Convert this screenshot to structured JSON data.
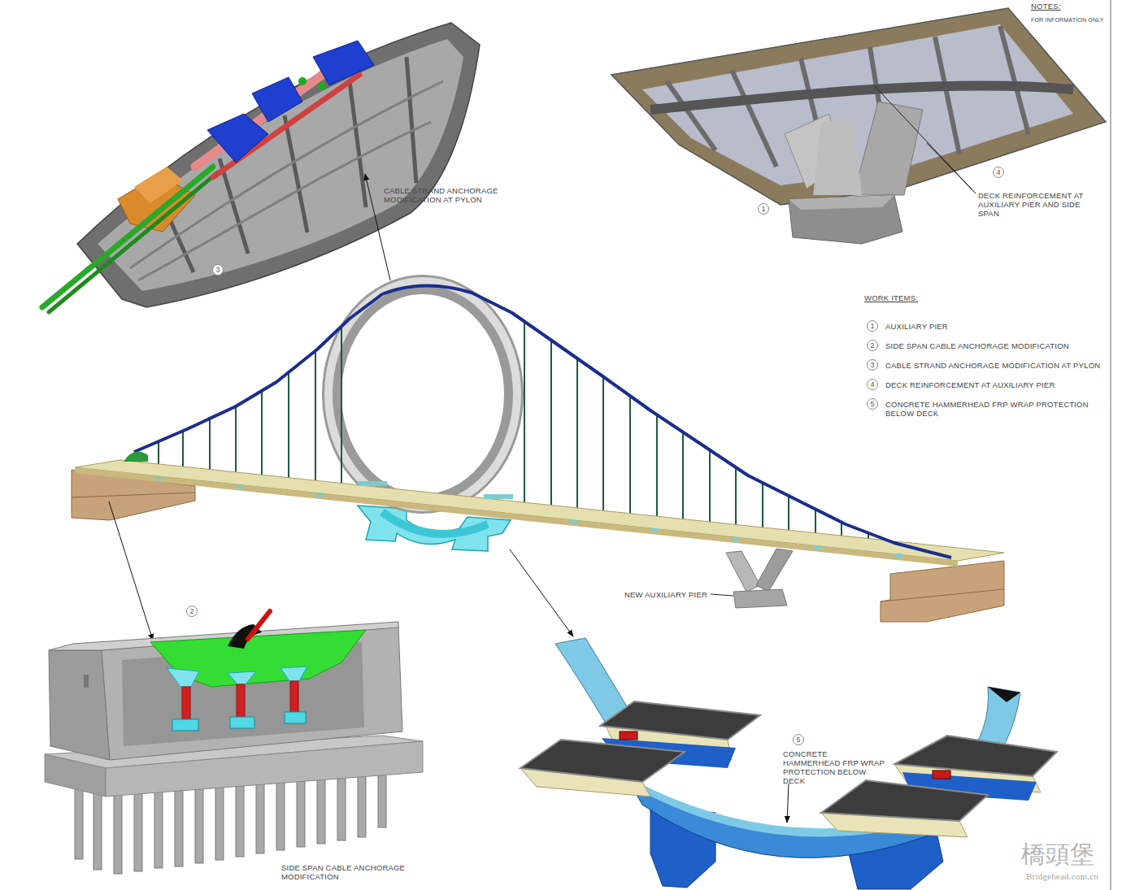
{
  "diagram": {
    "labels": [
      "NOTES:",
      "FOR INFORMATION ONLY",
      "CABLE STRAND ANCHORAGE MODIFICATION AT PYLON",
      "3",
      "1",
      "4",
      "DECK REINFORCEMENT AT AUXILIARY PIER AND SIDE SPAN",
      "WORK ITEMS:",
      "1",
      "AUXILIARY PIER",
      "2",
      "SIDE SPAN CABLE ANCHORAGE MODIFICATION",
      "3",
      "CABLE STRAND ANCHORAGE MODIFICATION AT PYLON",
      "4",
      "DECK REINFORCEMENT AT AUXILIARY PIER",
      "5",
      "CONCRETE HAMMERHEAD FRP WRAP PROTECTION BELOW DECK",
      "NEW AUXILIARY PIER",
      "2",
      "SIDE SPAN CABLE ANCHORAGE MODIFICATION",
      "5",
      "CONCRETE HAMMERHEAD FRP WRAP PROTECTION BELOW DECK",
      "橋頭堡",
      "Bridgehead.com.cn"
    ]
  }
}
